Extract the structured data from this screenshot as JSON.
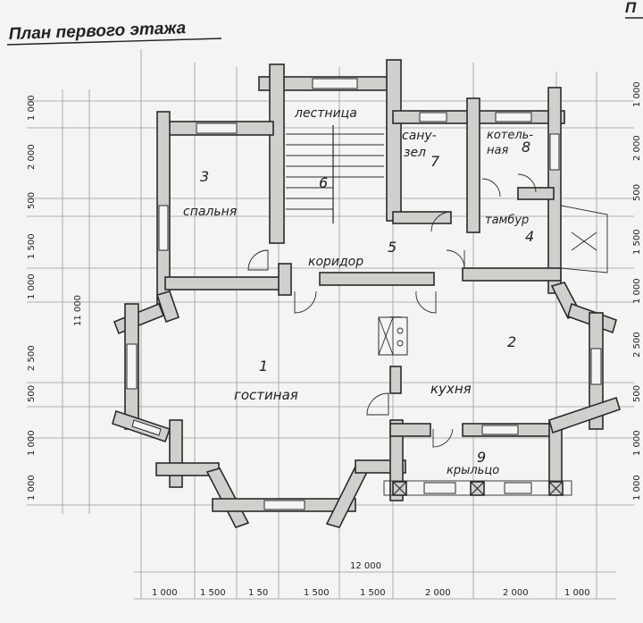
{
  "title": "План первого этажа",
  "corner_text": "П",
  "rooms": [
    {
      "num": "1",
      "name": "гостиная"
    },
    {
      "num": "2",
      "name": "кухня"
    },
    {
      "num": "3",
      "name": "спальня"
    },
    {
      "num": "4",
      "name": "тамбур"
    },
    {
      "num": "5",
      "name": "коридор"
    },
    {
      "num": "6",
      "name": "лестница"
    },
    {
      "num": "7",
      "name_line1": "сану-",
      "name_line2": "зел"
    },
    {
      "num": "8",
      "name_line1": "котель-",
      "name_line2": "ная"
    },
    {
      "num": "9",
      "name": "крыльцо"
    }
  ],
  "dimensions": {
    "total_width": "12 000",
    "total_height": "11 000",
    "bottom": [
      "1 000",
      "1 500",
      "1 50",
      "1 500",
      "1 500",
      "2 000",
      "2 000",
      "1 000"
    ],
    "left": [
      "1 000",
      "2 000",
      "500",
      "1 500",
      "1 000",
      "2 500",
      "500",
      "1 000",
      "1 000"
    ],
    "right": [
      "1 000",
      "2 000",
      "500",
      "1 500",
      "1 000",
      "2 500",
      "500",
      "1 000",
      "1 000"
    ]
  }
}
